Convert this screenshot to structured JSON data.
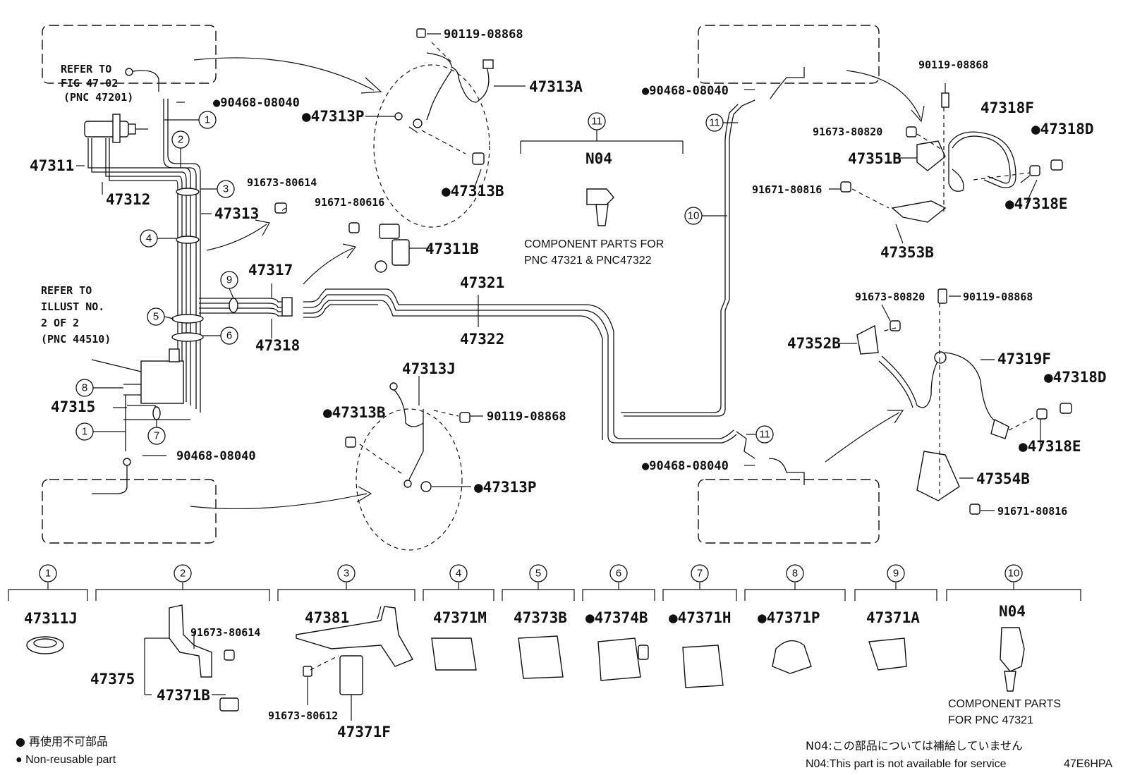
{
  "refs": {
    "fig_ref_line1": "REFER TO",
    "fig_ref_line2": "FIG 47-02",
    "fig_ref_line3": "(PNC 47201)",
    "illust_ref_line1": "REFER TO",
    "illust_ref_line2": "ILLUST NO.",
    "illust_ref_line3": "2 OF 2",
    "illust_ref_line4": "(PNC 44510)"
  },
  "parts": {
    "p90119_top": "90119-08868",
    "p47313A": "47313A",
    "p47313P_top": "●47313P",
    "p47313B_top": "●47313B",
    "p90468_top": "●90468-08040",
    "p47311": "47311",
    "p47312": "47312",
    "p47313": "47313",
    "p91673_614": "91673-80614",
    "p91671_616": "91671-80616",
    "p47311B": "47311B",
    "p47317": "47317",
    "p47318": "47318",
    "p47321": "47321",
    "p47322": "47322",
    "p47315": "47315",
    "p47313J": "47313J",
    "p47313B_bot": "●47313B",
    "p90119_mid": "90119-08868",
    "p47313P_bot": "●47313P",
    "p90468_bot": "90468-08040",
    "n04_label": "N04",
    "component_note_line1": "COMPONENT PARTS FOR",
    "component_note_line2": "PNC 47321 & PNC47322",
    "p90468_right_top": "●90468-08040",
    "p90468_right_bot": "●90468-08040",
    "p90119_right_top": "90119-08868",
    "p47318F": "47318F",
    "p91673_820_a": "91673-80820",
    "p47318D_a": "●47318D",
    "p47351B": "47351B",
    "p91671_816_a": "91671-80816",
    "p47318E_a": "●47318E",
    "p47353B": "47353B",
    "p91673_820_b": "91673-80820",
    "p90119_right_mid": "90119-08868",
    "p47352B": "47352B",
    "p47319F": "47319F",
    "p47318D_b": "●47318D",
    "p47318E_b": "●47318E",
    "p47354B": "47354B",
    "p91671_816_b": "91671-80816"
  },
  "callout_numbers": [
    "1",
    "2",
    "3",
    "4",
    "5",
    "6",
    "7",
    "8",
    "9",
    "10",
    "11"
  ],
  "legend_items": [
    {
      "num": "1",
      "parts": [
        "47311J"
      ]
    },
    {
      "num": "2",
      "parts": [
        "91673-80614",
        "47375",
        "47371B"
      ]
    },
    {
      "num": "3",
      "parts": [
        "47381",
        "91673-80612",
        "47371F"
      ]
    },
    {
      "num": "4",
      "parts": [
        "47371M"
      ]
    },
    {
      "num": "5",
      "parts": [
        "47373B"
      ]
    },
    {
      "num": "6",
      "parts": [
        "●47374B"
      ]
    },
    {
      "num": "7",
      "parts": [
        "●47371H"
      ]
    },
    {
      "num": "8",
      "parts": [
        "●47371P"
      ]
    },
    {
      "num": "9",
      "parts": [
        "47371A"
      ]
    },
    {
      "num": "10",
      "parts": [
        "N04"
      ]
    }
  ],
  "legend_component_note_line1": "COMPONENT PARTS",
  "legend_component_note_line2": "FOR PNC 47321",
  "key": {
    "jp": "● 再使用不可部品",
    "en": "● Non-reusable part"
  },
  "footnotes": {
    "n04_jp": "N04:この部品については補給していません",
    "n04_en": "N04:This part is not available for service",
    "illus_code": "47E6HPA"
  }
}
